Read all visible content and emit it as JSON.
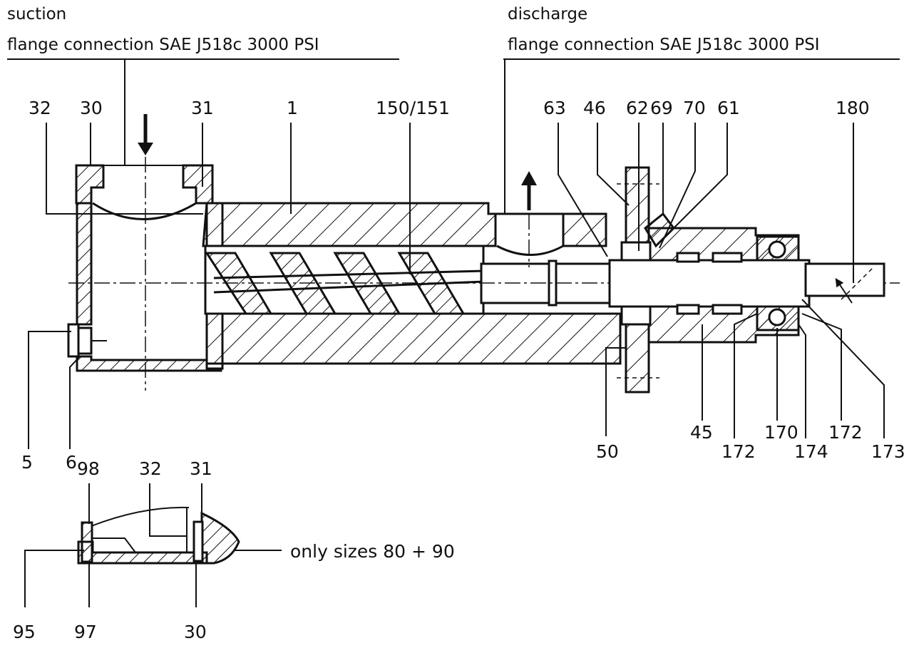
{
  "header": {
    "suction": "suction",
    "suction_flange": "flange connection SAE J518c 3000 PSI",
    "discharge": "discharge",
    "discharge_flange": "flange connection SAE J518c 3000 PSI"
  },
  "labels": {
    "p32": "32",
    "p30": "30",
    "p31": "31",
    "p1": "1",
    "p150_151": "150/151",
    "p63": "63",
    "p46": "46",
    "p62": "62",
    "p69": "69",
    "p70": "70",
    "p61": "61",
    "p180": "180",
    "p5": "5",
    "p6": "6",
    "p50": "50",
    "p45": "45",
    "p172a": "172",
    "p170": "170",
    "p174": "174",
    "p172b": "172",
    "p173": "173"
  },
  "detail": {
    "p98": "98",
    "p32": "32",
    "p31": "31",
    "p95": "95",
    "p97": "97",
    "p30": "30",
    "note": "only sizes 80 + 90"
  }
}
